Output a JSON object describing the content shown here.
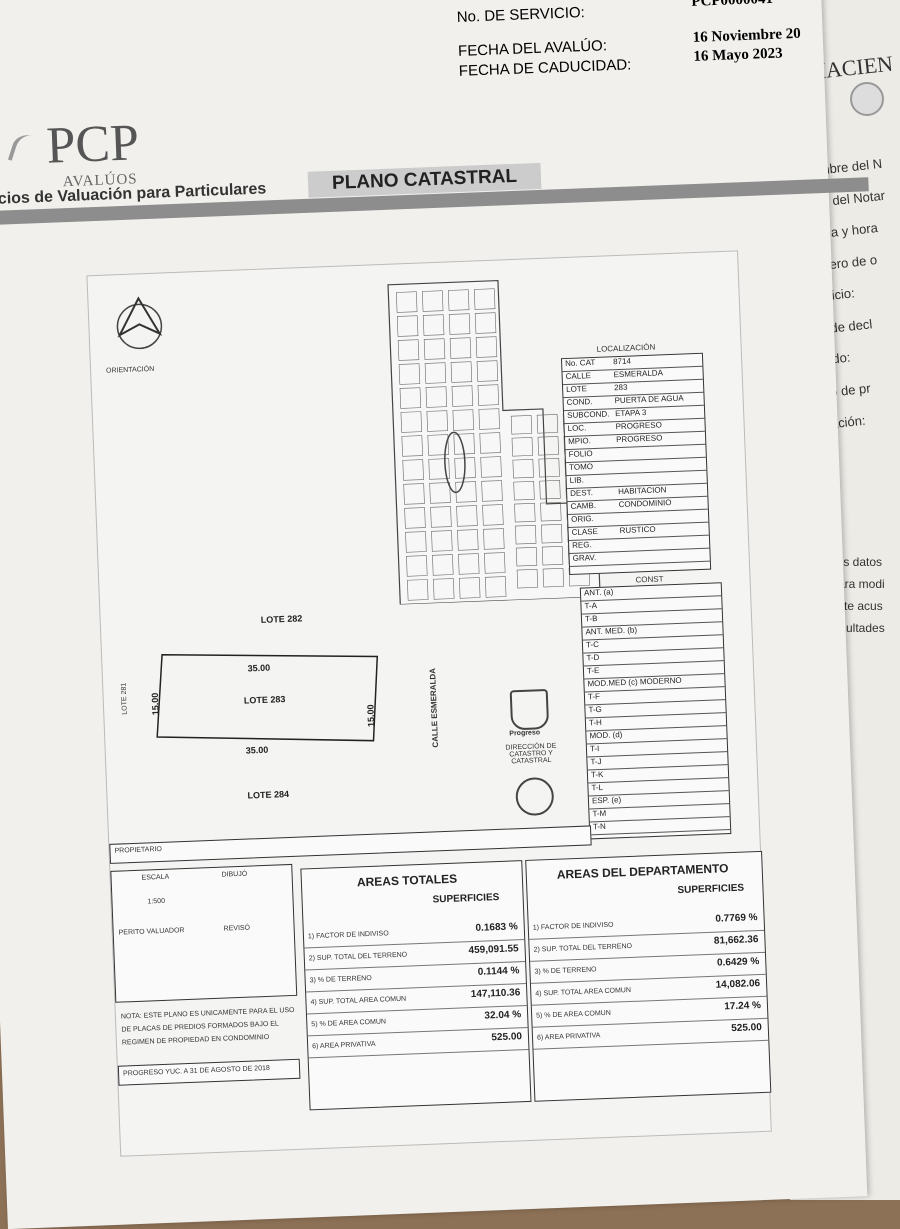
{
  "header": {
    "service_label": "No. DE SERVICIO:",
    "service_value": "PCP0000041",
    "appraisal_date_label": "FECHA DEL AVALÚO:",
    "appraisal_date_value": "16 Noviembre 20",
    "expiry_date_label": "FECHA DE CADUCIDAD:",
    "expiry_date_value": "16 Mayo 2023"
  },
  "logo": {
    "name": "PCP",
    "sub": "AVALÚOS",
    "tagline": "icios de Valuación para Particulares"
  },
  "section_title": "PLANO CATASTRAL",
  "plan": {
    "orientation": "ORIENTACIÓN",
    "localizacion_title": "LOCALIZACIÓN",
    "localizacion": [
      {
        "label": "No. CAT",
        "value": "8714"
      },
      {
        "label": "CALLE",
        "value": "ESMERALDA"
      },
      {
        "label": "LOTE",
        "value": "283"
      },
      {
        "label": "COND.",
        "value": "PUERTA DE AGUA"
      },
      {
        "label": "SUBCOND.",
        "value": "ETAPA 3"
      },
      {
        "label": "LOC.",
        "value": "PROGRESO"
      },
      {
        "label": "MPIO.",
        "value": "PROGRESO"
      },
      {
        "label": "FOLIO",
        "value": ""
      },
      {
        "label": "TOMO",
        "value": ""
      },
      {
        "label": "LIB.",
        "value": ""
      },
      {
        "label": "DEST.",
        "value": "HABITACION"
      },
      {
        "label": "CAMB.",
        "value": "CONDOMINIO"
      },
      {
        "label": "ORIG.",
        "value": ""
      },
      {
        "label": "CLASE",
        "value": "RUSTICO"
      },
      {
        "label": "REG.",
        "value": ""
      },
      {
        "label": "GRAV.",
        "value": ""
      }
    ],
    "const_title": "CONST",
    "const_rows": [
      "ANT. (a)",
      "T-A",
      "T-B",
      "ANT. MED. (b)",
      "T-C",
      "T-D",
      "T-E",
      "MOD.MED (c)   MODERNO",
      "T-F",
      "T-G",
      "T-H",
      "MOD. (d)",
      "T-I",
      "T-J",
      "T-K",
      "T-L",
      "ESP. (e)",
      "T-M",
      "T-N"
    ],
    "lote_282": "LOTE 282",
    "lote_283": "LOTE 283",
    "lote_284": "LOTE 284",
    "lote_281": "LOTE 281",
    "dim_top": "35.00",
    "dim_bottom": "35.00",
    "dim_left": "15.00",
    "dim_right": "15.00",
    "calle": "CALLE ESMERALDA",
    "stamp_text": "Progreso",
    "stamp_sub": "DIRECCIÓN DE CATASTRO Y CATASTRAL",
    "propietario": "PROPIETARIO",
    "escala_label": "ESCALA",
    "escala_value": "1:500",
    "dibujo_label": "DIBUJÓ",
    "perito_label": "PERITO VALUADOR",
    "reviso_label": "REVISÓ",
    "note": "NOTA: ESTE PLANO ES UNICAMENTE PARA EL USO DE PLACAS DE PREDIOS FORMADOS BAJO EL REGIMEN DE PROPIEDAD EN CONDOMINIO",
    "footer_note": "PROGRESO YUC. A 31 DE AGOSTO DE 2018"
  },
  "areas_totales": {
    "title": "AREAS TOTALES",
    "col": "SUPERFICIES",
    "rows": [
      {
        "label": "1) FACTOR DE INDIVISO",
        "value": "0.1683 %"
      },
      {
        "label": "2) SUP. TOTAL DEL TERRENO",
        "value": "459,091.55"
      },
      {
        "label": "3) % DE TERRENO",
        "value": "0.1144 %"
      },
      {
        "label": "4) SUP. TOTAL AREA COMUN",
        "value": "147,110.36"
      },
      {
        "label": "5) % DE AREA COMUN",
        "value": "32.04 %"
      },
      {
        "label": "6) AREA PRIVATIVA",
        "value": "525.00"
      }
    ]
  },
  "areas_departamento": {
    "title": "AREAS DEL DEPARTAMENTO",
    "col": "SUPERFICIES",
    "rows": [
      {
        "label": "1) FACTOR DE INDIVISO",
        "value": "0.7769 %"
      },
      {
        "label": "2) SUP. TOTAL DEL TERRENO",
        "value": "81,662.36"
      },
      {
        "label": "3) % DE TERRENO",
        "value": "0.6429 %"
      },
      {
        "label": "4) SUP. TOTAL AREA COMUN",
        "value": "14,082.06"
      },
      {
        "label": "5) % DE AREA COMUN",
        "value": "17.24 %"
      },
      {
        "label": "6) AREA PRIVATIVA",
        "value": "525.00"
      }
    ]
  },
  "right_page": {
    "heading": "HACIEN",
    "labels": [
      "Nombre del N",
      "RFC del Notar",
      "Fecha y hora",
      "Número de o",
      "Ejercicio:",
      "Tipo de decl",
      "Periodo:",
      "Medio de pr",
      "Operación:"
    ],
    "notes": [
      "Los datos",
      "Para modi",
      "Este acus",
      "facultades"
    ]
  }
}
